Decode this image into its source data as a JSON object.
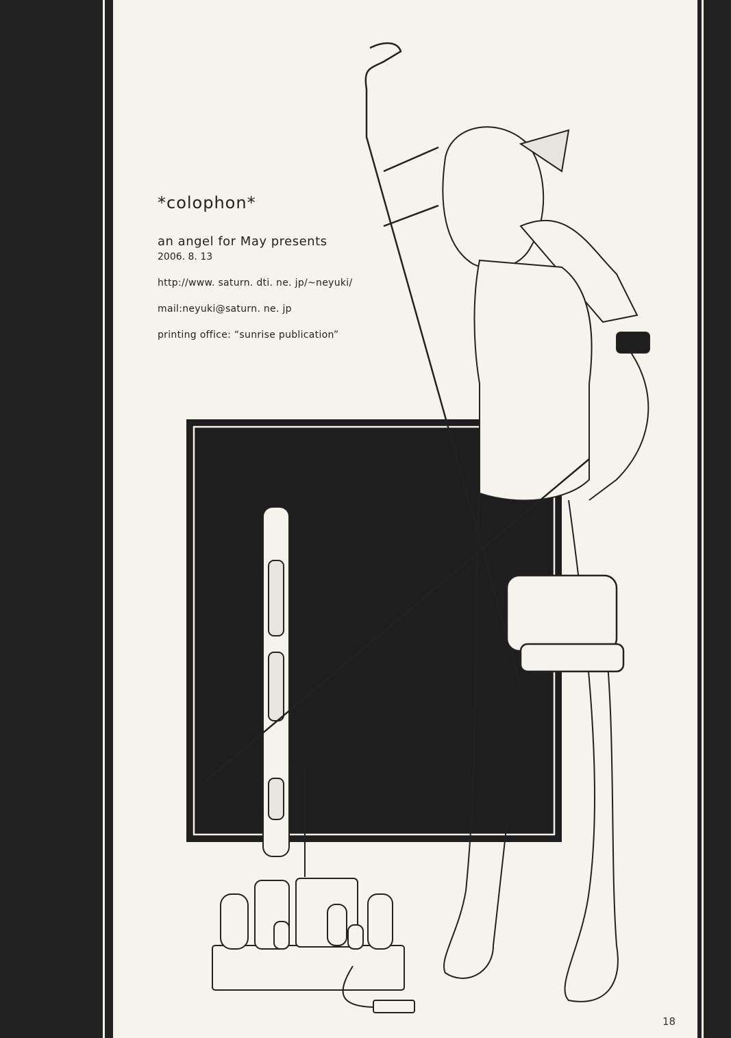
{
  "colophon": {
    "title": "*colophon*",
    "presents": "an angel for May presents",
    "date": "2006. 8. 13",
    "url": "http://www. saturn. dti. ne. jp/~neyuki/",
    "mail": "mail:neyuki@saturn. ne. jp",
    "printing": "printing office: “sunrise publication”"
  },
  "page_number": "18"
}
